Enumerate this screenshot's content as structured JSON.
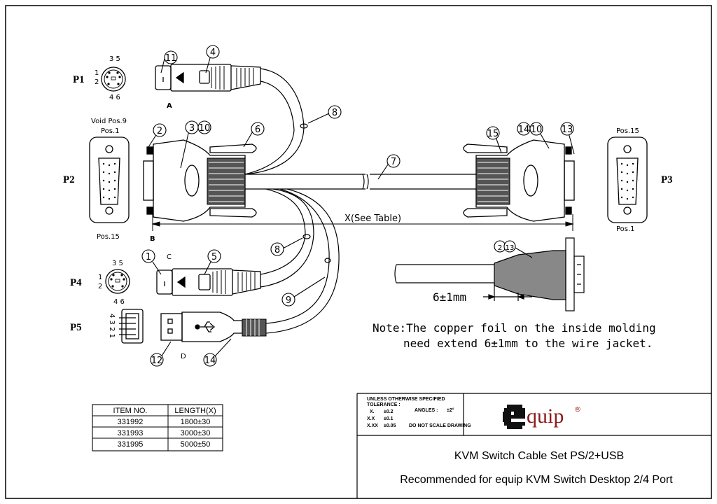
{
  "ports": {
    "p1": "P1",
    "p2": "P2",
    "p3": "P3",
    "p4": "P4",
    "p5": "P5"
  },
  "pins": {
    "p1_top": "3 5",
    "p1_left1": "1",
    "p1_left2": "2",
    "p1_bottom": "4 6",
    "p4_top": "3 5",
    "p4_left1": "1",
    "p4_left2": "2",
    "p4_bottom": "4 6",
    "usb_pins": "4 3 2 1"
  },
  "positions": {
    "void_pos9": "Void Pos.9",
    "p2_pos1": "Pos.1",
    "p2_pos15": "Pos.15",
    "p3_pos15": "Pos.15",
    "p3_pos1": "Pos.1"
  },
  "markers": {
    "a": "A",
    "b": "B",
    "c": "C",
    "d": "D"
  },
  "callouts": [
    "1",
    "2",
    "3",
    "4",
    "5",
    "6",
    "7",
    "8",
    "9",
    "10",
    "11",
    "12",
    "13",
    "14",
    "15"
  ],
  "dimension": {
    "length": "X(See Table)",
    "foil": "6±1mm"
  },
  "note": {
    "line1": "Note:The copper foil on the inside molding",
    "line2": "need extend 6±1mm to the wire jacket."
  },
  "length_table": {
    "headers": [
      "ITEM NO.",
      "LENGTH(X)"
    ],
    "rows": [
      [
        "331992",
        "1800±30"
      ],
      [
        "331993",
        "3000±30"
      ],
      [
        "331995",
        "5000±50"
      ]
    ]
  },
  "tolerance": {
    "line1": "UNLESS OTHERWISE SPECIFIED",
    "line2": "TOLERANCE :",
    "x": "X.",
    "x_val": "±0.2",
    "xx": "X.X",
    "xx_val": "±0.1",
    "xxx": "X.XX",
    "xxx_val": "±0.05",
    "angles": "ANGLES :",
    "angles_val": "±2°",
    "no_scale": "DO NOT SCALE DRAWING"
  },
  "brand": {
    "text": "quip",
    "reg": "®"
  },
  "title_block": {
    "line1": "KVM Switch Cable Set PS/2+USB",
    "line2": "Recommended for equip KVM Switch Desktop 2/4 Port"
  }
}
